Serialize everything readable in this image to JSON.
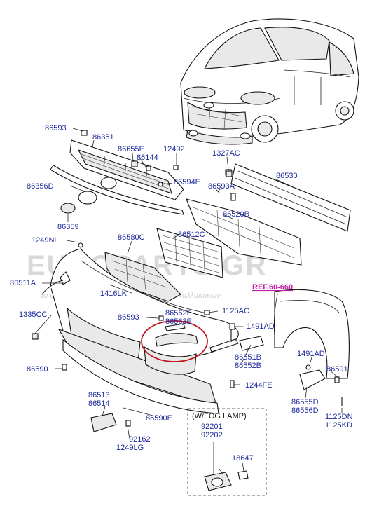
{
  "labels": {
    "l86593a": "86593",
    "l86351": "86351",
    "l86655e": "86655E",
    "l86144": "86144",
    "l12492": "12492",
    "l1327ac": "1327AC",
    "l86530": "86530",
    "l86356d": "86356D",
    "l86594e": "86594E",
    "l86593A": "86593A",
    "l86359": "86359",
    "l86520b": "86520B",
    "l1249nl": "1249NL",
    "l86580c": "86580C",
    "l86512c": "86512C",
    "l86511a": "86511A",
    "l1416lk": "1416LK",
    "l1335cc": "1335CC",
    "l86593b": "86593",
    "l86562f": "86562F",
    "l86563e": "86563E",
    "l1125ac": "1125AC",
    "l1491ad1": "1491AD",
    "l86551b": "86551B",
    "l86552b": "86552B",
    "l1491ad2": "1491AD",
    "l86591": "86591",
    "l86590": "86590",
    "l1244fe": "1244FE",
    "l86513": "86513",
    "l86514": "86514",
    "l86590e": "86590E",
    "l86555d": "86555D",
    "l86556d": "86556D",
    "l1125dn": "1125DN",
    "l1125kd": "1125KD",
    "l92162": "92162",
    "l1249lg": "1249LG",
    "l92201": "92201",
    "l92202": "92202",
    "l18647": "18647"
  },
  "ref_label": "REF.60-660",
  "fog_box_title": "(W/FOG LAMP)",
  "watermark": {
    "main": "EUROPARTS.GR",
    "tagline": "το μεγαλύτερο ηλεκτρονικό κατάστημα ανταλλακτικών"
  },
  "colors": {
    "part_number": "#1d2a9c",
    "reference": "#c21ea6",
    "highlight_circle": "#c0141c"
  }
}
